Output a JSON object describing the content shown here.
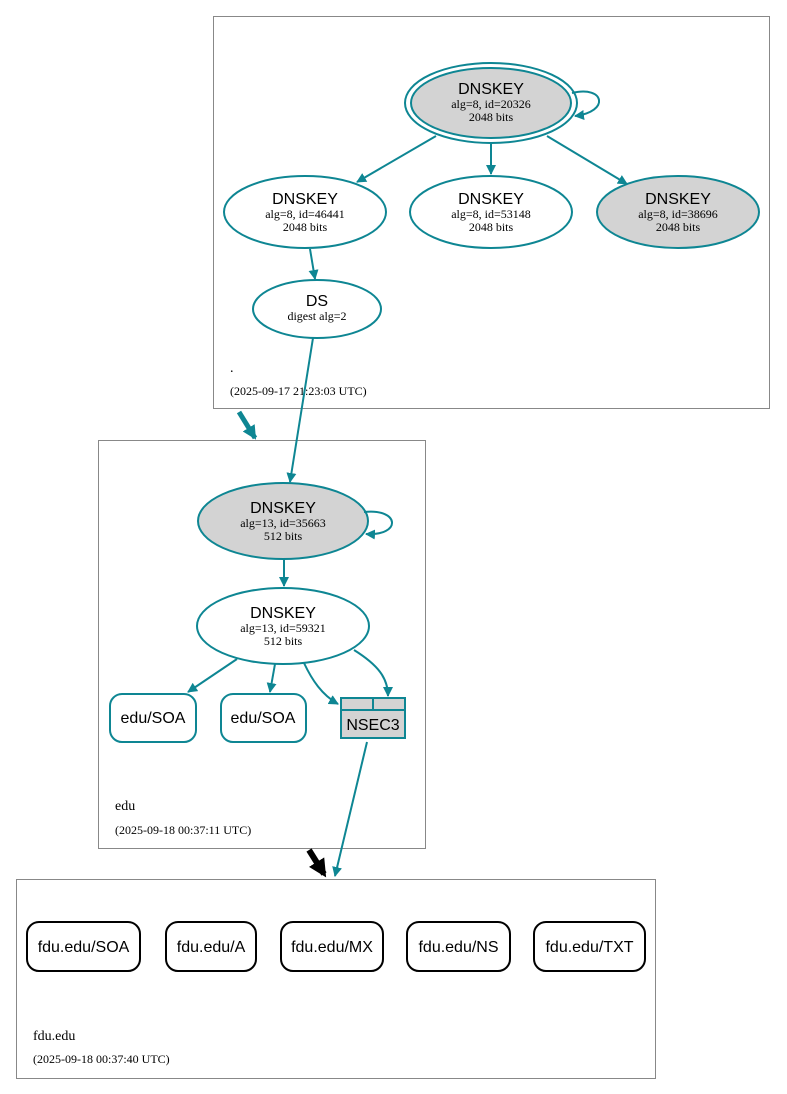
{
  "colors": {
    "edge": "#0e8693",
    "node_shaded": "#d3d3d3",
    "node_plain": "#ffffff",
    "delegation_secure": "#0e8693",
    "delegation_insecure": "#000000"
  },
  "zones": {
    "root": {
      "name": ".",
      "timestamp": "(2025-09-17 21:23:03 UTC)"
    },
    "edu": {
      "name": "edu",
      "timestamp": "(2025-09-18 00:37:11 UTC)"
    },
    "fdu": {
      "name": "fdu.edu",
      "timestamp": "(2025-09-18 00:37:40 UTC)"
    }
  },
  "nodes": {
    "root_ksk": {
      "title": "DNSKEY",
      "l1": "alg=8, id=20326",
      "l2": "2048 bits"
    },
    "root_zsk1": {
      "title": "DNSKEY",
      "l1": "alg=8, id=46441",
      "l2": "2048 bits"
    },
    "root_zsk2": {
      "title": "DNSKEY",
      "l1": "alg=8, id=53148",
      "l2": "2048 bits"
    },
    "root_zsk3": {
      "title": "DNSKEY",
      "l1": "alg=8, id=38696",
      "l2": "2048 bits"
    },
    "ds": {
      "title": "DS",
      "l1": "digest alg=2"
    },
    "edu_ksk": {
      "title": "DNSKEY",
      "l1": "alg=13, id=35663",
      "l2": "512 bits"
    },
    "edu_zsk": {
      "title": "DNSKEY",
      "l1": "alg=13, id=59321",
      "l2": "512 bits"
    },
    "edu_soa1": {
      "label": "edu/SOA"
    },
    "edu_soa2": {
      "label": "edu/SOA"
    },
    "nsec3": {
      "label": "NSEC3"
    }
  },
  "records": [
    "fdu.edu/SOA",
    "fdu.edu/A",
    "fdu.edu/MX",
    "fdu.edu/NS",
    "fdu.edu/TXT"
  ]
}
